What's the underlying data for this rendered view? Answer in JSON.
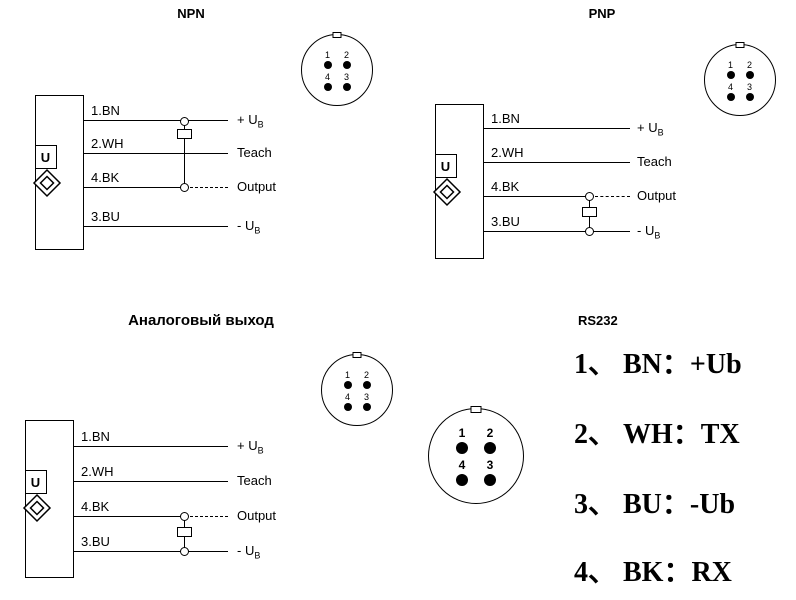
{
  "colors": {
    "line": "#000000",
    "background": "#ffffff"
  },
  "diagrams": {
    "npn": {
      "title": "NPN",
      "sensor_label": "U",
      "wires": [
        {
          "pin": "1.BN",
          "terminal": "+ U",
          "terminal_sub": "B"
        },
        {
          "pin": "2.WH",
          "terminal": "Teach",
          "terminal_sub": ""
        },
        {
          "pin": "4.BK",
          "terminal": "Output",
          "terminal_sub": ""
        },
        {
          "pin": "3.BU",
          "terminal": "- U",
          "terminal_sub": "B"
        }
      ],
      "connector_pins": [
        "1",
        "2",
        "4",
        "3"
      ]
    },
    "pnp": {
      "title": "PNP",
      "sensor_label": "U",
      "wires": [
        {
          "pin": "1.BN",
          "terminal": "+ U",
          "terminal_sub": "B"
        },
        {
          "pin": "2.WH",
          "terminal": "Teach",
          "terminal_sub": ""
        },
        {
          "pin": "4.BK",
          "terminal": "Output",
          "terminal_sub": ""
        },
        {
          "pin": "3.BU",
          "terminal": "- U",
          "terminal_sub": "B"
        }
      ],
      "connector_pins": [
        "1",
        "2",
        "4",
        "3"
      ]
    },
    "analog": {
      "title": "Аналоговый выход",
      "sensor_label": "U",
      "wires": [
        {
          "pin": "1.BN",
          "terminal": "+ U",
          "terminal_sub": "B"
        },
        {
          "pin": "2.WH",
          "terminal": "Teach",
          "terminal_sub": ""
        },
        {
          "pin": "4.BK",
          "terminal": "Output",
          "terminal_sub": ""
        },
        {
          "pin": "3.BU",
          "terminal": "- U",
          "terminal_sub": "B"
        }
      ],
      "connector_pins": [
        "1",
        "2",
        "4",
        "3"
      ]
    }
  },
  "rs232": {
    "title": "RS232",
    "connector_pins": [
      "1",
      "2",
      "4",
      "3"
    ],
    "lines": [
      "1、 BN：+Ub",
      "2、 WH：TX",
      "3、 BU：-Ub",
      "4、 BK：RX"
    ]
  }
}
